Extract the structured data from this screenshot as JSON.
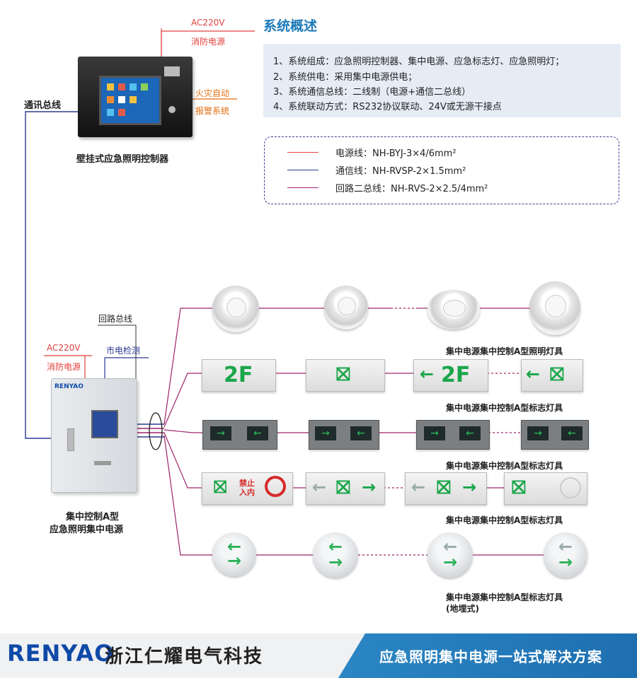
{
  "header": {
    "title": "系统概述",
    "overview": [
      "1、系统组成：应急照明控制器、集中电源、应急标志灯、应急照明灯；",
      "2、系统供电：采用集中电源供电；",
      "3、系统通信总线：二线制（电源+通信二总线）",
      "4、系统联动方式：RS232协议联动、24V或无源干接点"
    ]
  },
  "legend": [
    {
      "label": "电源线：NH-BYJ-3×4/6mm²",
      "color": "#e0413d"
    },
    {
      "label": "通信线：NH-RVSP-2×1.5mm²",
      "color": "#2b3a92"
    },
    {
      "label": "回路二总线：NH-RVS-2×2.5/4mm²",
      "color": "#a0246a"
    }
  ],
  "controller": {
    "power_top": "AC220V",
    "power_bottom": "消防电源",
    "fire_top": "火灾自动",
    "fire_bottom": "报警系统",
    "comm_bus": "通讯总线",
    "caption": "壁挂式应急照明控制器"
  },
  "cabinet": {
    "loop_bus": "回路总线",
    "power_top": "AC220V",
    "power_bottom": "消防电源",
    "mains": "市电检测",
    "brand": "RENYAO",
    "caption_line1": "集中控制A型",
    "caption_line2": "应急照明集中电源"
  },
  "rows": [
    {
      "caption": "集中电源集中控制A型照明灯具"
    },
    {
      "caption": "集中电源集中控制A型标志灯具",
      "texts": [
        "2F",
        "2F"
      ]
    },
    {
      "caption": "集中电源集中控制A型标志灯具"
    },
    {
      "caption": "集中电源集中控制A型标志灯具",
      "no_entry": "禁止入内"
    },
    {
      "caption": "集中电源集中控制A型标志灯具",
      "caption2": "(地埋式)"
    }
  ],
  "footer": {
    "brand": "RENYAO",
    "company": "浙江仁耀电气科技",
    "slogan": "应急照明集中电源一站式解决方案"
  },
  "colors": {
    "power": "#e0413d",
    "comm": "#2b3a92",
    "loop": "#a0246a",
    "accent": "#1c7ab8"
  }
}
